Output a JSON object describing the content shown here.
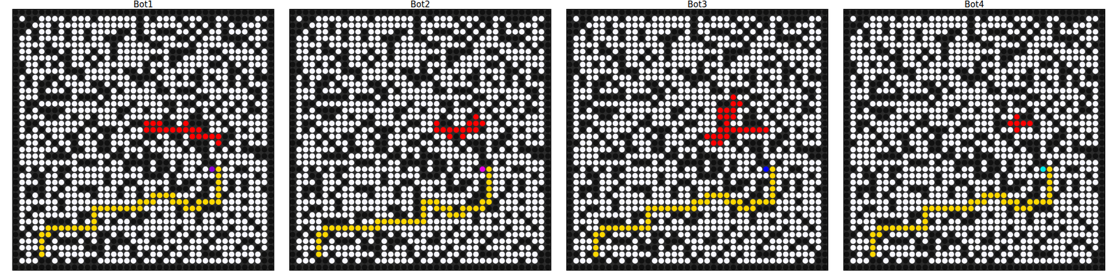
{
  "diagram": {
    "nodes": [
      {
        "text": [
          "Bot1"
        ]
      },
      {
        "text": [
          "Bot2"
        ]
      },
      {
        "text": [
          "Bot3"
        ]
      },
      {
        "text": [
          "Bot4"
        ]
      }
    ]
  }
}
